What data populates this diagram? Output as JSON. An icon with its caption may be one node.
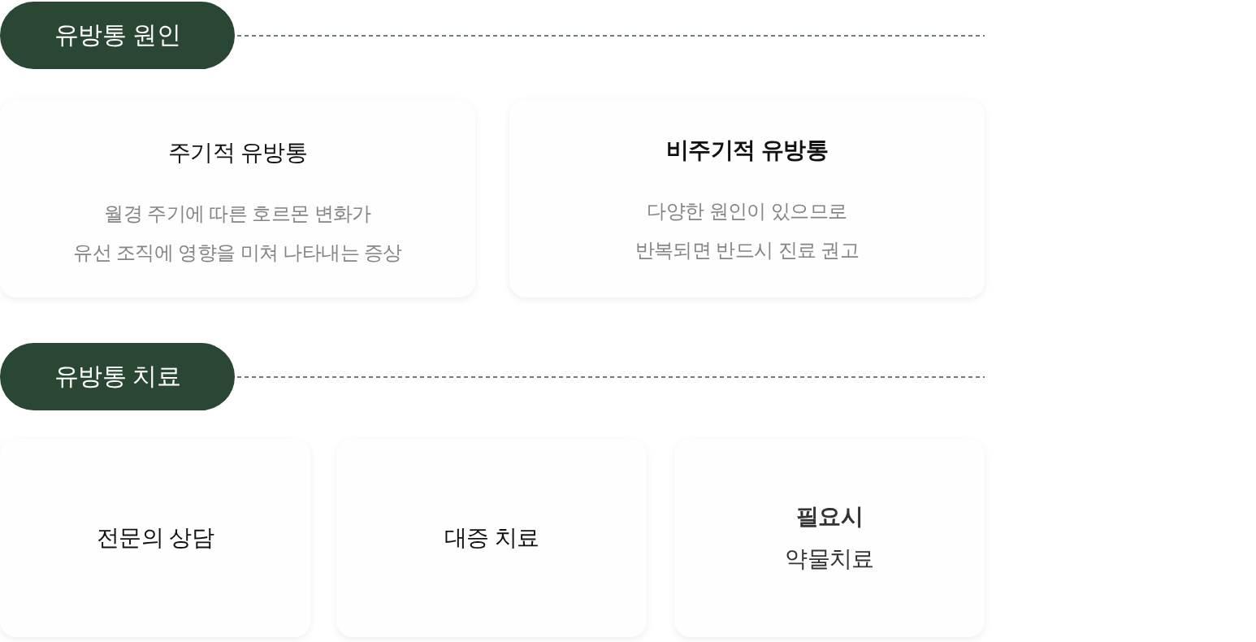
{
  "diagram": {
    "nodes": [
      {
        "text": [
          "유방통 원인"
        ]
      },
      {
        "text": [
          "주기적 유방통",
          "월경 주기에 따른 호르몬 변화가 유선 조직에 영향을 미쳐 나타내는 증상"
        ]
      },
      {
        "text": [
          "비주기적 유방통",
          "다양한 원인이 있으므로 반복되면 반드시 진료 권고"
        ]
      },
      {
        "text": [
          "유방통 치료"
        ]
      },
      {
        "text": [
          "전문의 상담"
        ]
      },
      {
        "text": [
          "대증 치료"
        ]
      },
      {
        "text": [
          "필요시",
          "약물치료"
        ]
      }
    ]
  }
}
